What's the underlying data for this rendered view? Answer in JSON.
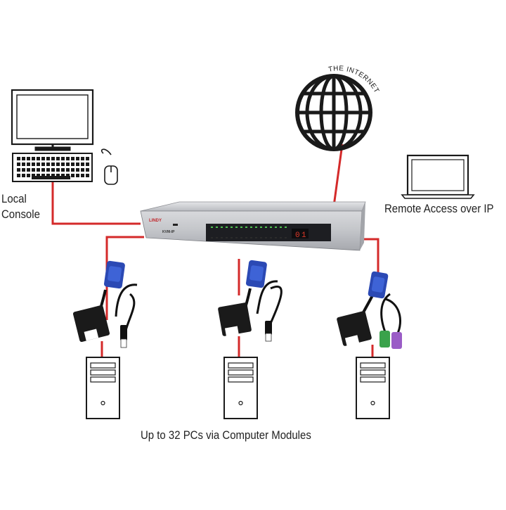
{
  "labels": {
    "local_console": [
      "Local",
      "Console"
    ],
    "remote_access": "Remote Access over IP",
    "internet": "THE INTERNET",
    "computers": "Up to 32 PCs via Computer Modules"
  },
  "switch": {
    "brand": "LINDY",
    "model": "KVM-IP",
    "display_digit_1": "0",
    "display_digit_2": "1"
  },
  "colors": {
    "cable_red": "#d42a2a",
    "line_dark": "#1a1a1a",
    "switch_silver": "#c9cbcf",
    "vga_blue": "#2b49b4",
    "ps2_purple": "#9a5cc6",
    "ps2_green": "#3aa24b"
  },
  "icons": [
    "monitor-icon",
    "keyboard-icon",
    "mouse-icon",
    "globe-icon",
    "laptop-icon",
    "kvm-switch",
    "computer-module-usb",
    "computer-module-ps2",
    "pc-tower-icon"
  ]
}
